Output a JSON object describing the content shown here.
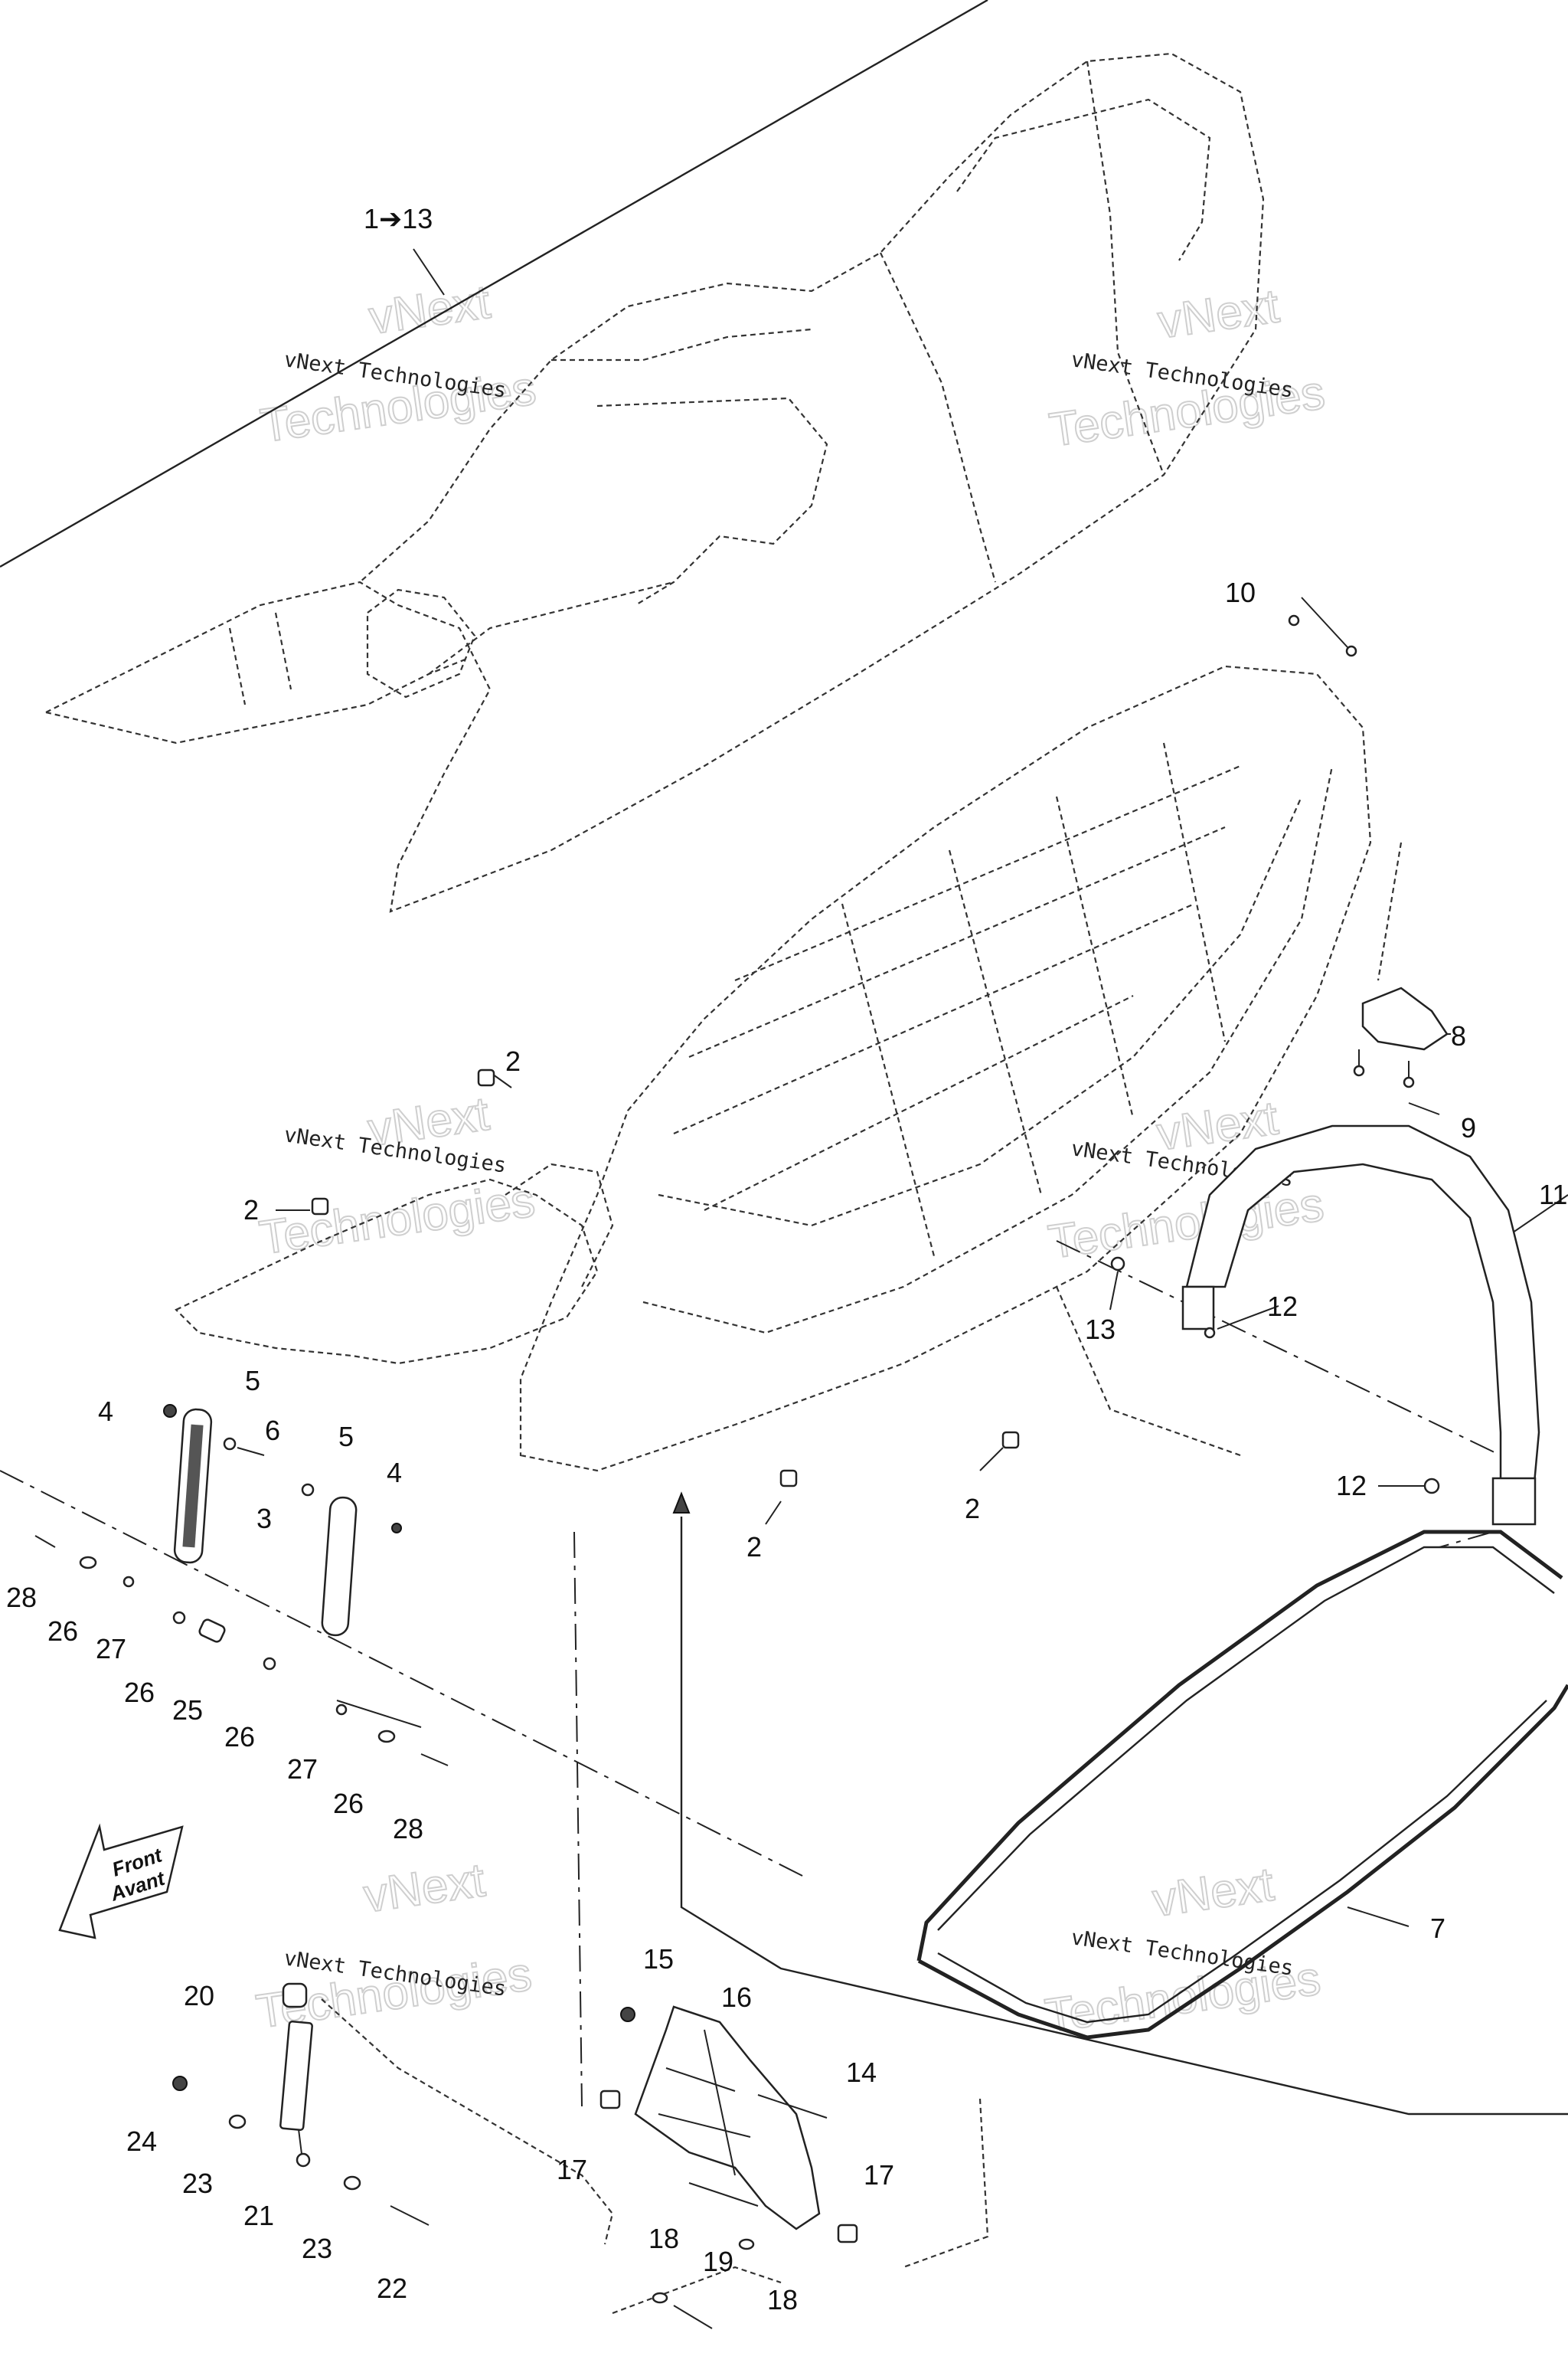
{
  "watermark": {
    "small": "vNext Technologies",
    "big_top": "vNext",
    "big_bottom": "Technologies"
  },
  "front_arrow": {
    "line1": "Front",
    "line2": "Avant"
  },
  "callouts": {
    "c1_13": "1➔13",
    "c2a": "2",
    "c2b": "2",
    "c2c": "2",
    "c2d": "2",
    "c3": "3",
    "c4a": "4",
    "c4b": "4",
    "c5a": "5",
    "c5b": "5",
    "c6": "6",
    "c7": "7",
    "c8": "8",
    "c9": "9",
    "c10": "10",
    "c11": "11",
    "c12a": "12",
    "c12b": "12",
    "c13": "13",
    "c14": "14",
    "c15": "15",
    "c16": "16",
    "c17a": "17",
    "c17b": "17",
    "c18a": "18",
    "c18b": "18",
    "c19": "19",
    "c20": "20",
    "c21": "21",
    "c22": "22",
    "c23a": "23",
    "c23b": "23",
    "c24": "24",
    "c25": "25",
    "c26a": "26",
    "c26b": "26",
    "c26c": "26",
    "c26d": "26",
    "c27a": "27",
    "c27b": "27",
    "c28a": "28",
    "c28b": "28"
  }
}
